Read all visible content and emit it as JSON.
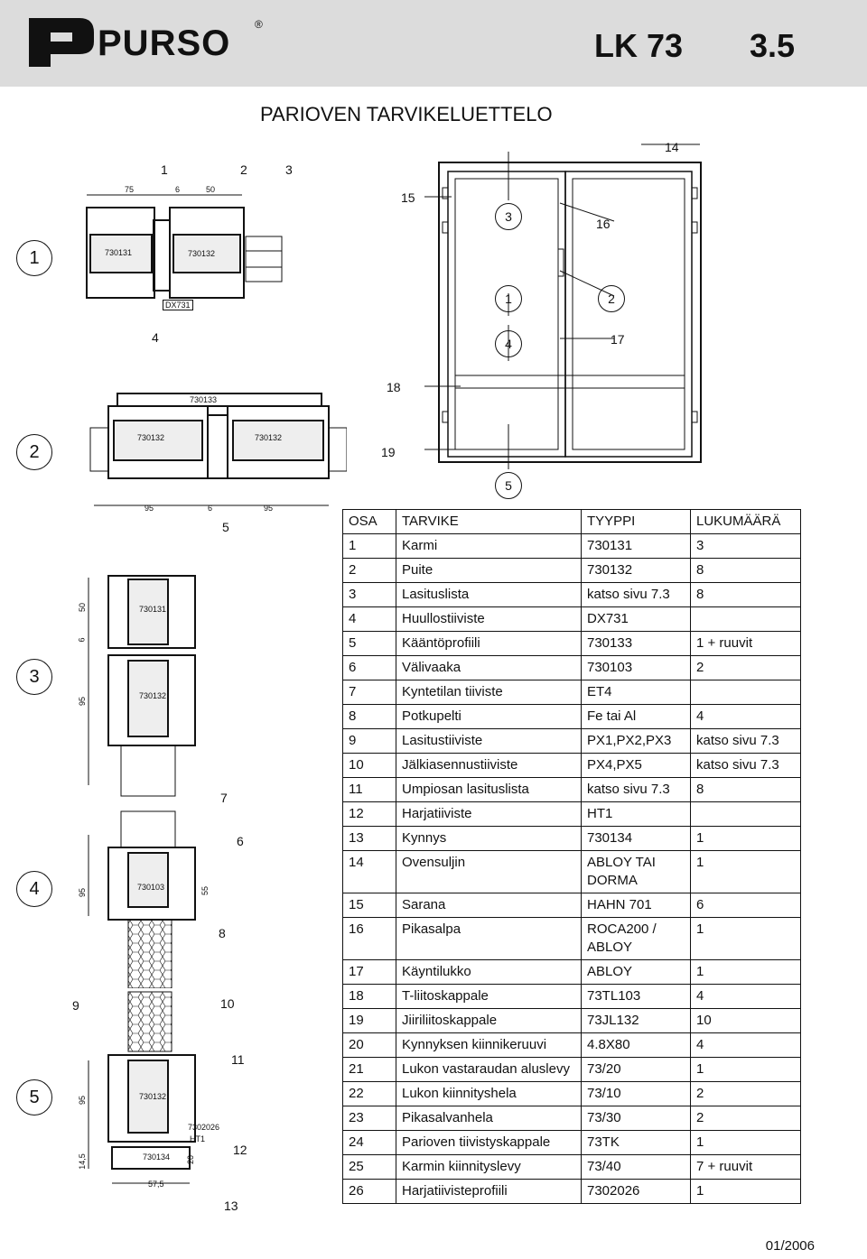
{
  "header": {
    "brand": "PURSO",
    "trademark": "®",
    "doc_code": "LK 73",
    "section": "3.5"
  },
  "title": "PARIOVEN TARVIKELUETTELO",
  "sections": [
    "1",
    "2",
    "3",
    "4",
    "5"
  ],
  "section1": {
    "top_nums": [
      "1",
      "2",
      "3"
    ],
    "dims": [
      "75",
      "6",
      "50"
    ],
    "profiles": [
      "730131",
      "730132"
    ],
    "seal": "DX731",
    "bottom_num": "4"
  },
  "section2": {
    "profile_top": "730133",
    "profiles": [
      "730132",
      "730132"
    ],
    "dims": [
      "95",
      "6",
      "95"
    ],
    "bottom_num": "5"
  },
  "section3": {
    "profiles": [
      "730131",
      "730132"
    ],
    "dims": [
      "50",
      "6",
      "95"
    ]
  },
  "section4": {
    "profile": "730103",
    "dims": [
      "95",
      "55"
    ],
    "nums": [
      "7",
      "6",
      "8"
    ]
  },
  "section5": {
    "profiles": [
      "730132",
      "730134"
    ],
    "labels": [
      "7302026",
      "HT1"
    ],
    "dims": [
      "95",
      "14,5",
      "20",
      "57,5"
    ],
    "nums": [
      "9",
      "10",
      "11",
      "12",
      "13"
    ]
  },
  "door": {
    "callouts": [
      "14",
      "15",
      "3",
      "16",
      "1",
      "2",
      "4",
      "17",
      "18",
      "19",
      "5"
    ]
  },
  "table": {
    "headers": [
      "OSA",
      "TARVIKE",
      "TYYPPI",
      "LUKUMÄÄRÄ"
    ],
    "rows": [
      [
        "1",
        "Karmi",
        "730131",
        "3"
      ],
      [
        "2",
        "Puite",
        "730132",
        "8"
      ],
      [
        "3",
        "Lasituslista",
        "katso sivu 7.3",
        "8"
      ],
      [
        "4",
        "Huullostiiviste",
        "DX731",
        ""
      ],
      [
        "5",
        "Kääntöprofiili",
        "730133",
        "1 + ruuvit"
      ],
      [
        "6",
        "Välivaaka",
        "730103",
        "2"
      ],
      [
        "7",
        "Kyntetilan tiiviste",
        "ET4",
        ""
      ],
      [
        "8",
        "Potkupelti",
        "Fe tai Al",
        "4"
      ],
      [
        "9",
        "Lasitustiiviste",
        "PX1,PX2,PX3",
        "katso sivu 7.3"
      ],
      [
        "10",
        "Jälkiasennustiiviste",
        "PX4,PX5",
        "katso sivu 7.3"
      ],
      [
        "11",
        "Umpiosan lasituslista",
        "katso sivu 7.3",
        "8"
      ],
      [
        "12",
        "Harjatiiviste",
        "HT1",
        ""
      ],
      [
        "13",
        "Kynnys",
        "730134",
        "1"
      ],
      [
        "14",
        "Ovensuljin",
        "ABLOY TAI DORMA",
        "1"
      ],
      [
        "15",
        "Sarana",
        "HAHN 701",
        "6"
      ],
      [
        "16",
        "Pikasalpa",
        "ROCA200 / ABLOY",
        "1"
      ],
      [
        "17",
        "Käyntilukko",
        "ABLOY",
        "1"
      ],
      [
        "18",
        "T-liitoskappale",
        "73TL103",
        "4"
      ],
      [
        "19",
        "Jiiriliitoskappale",
        "73JL132",
        "10"
      ],
      [
        "20",
        "Kynnyksen kiinnikeruuvi",
        "4.8X80",
        "4"
      ],
      [
        "21",
        "Lukon vastaraudan aluslevy",
        "73/20",
        "1"
      ],
      [
        "22",
        "Lukon kiinnityshela",
        "73/10",
        "2"
      ],
      [
        "23",
        "Pikasalvanhela",
        "73/30",
        "2"
      ],
      [
        "24",
        "Parioven tiivistyskappale",
        "73TK",
        "1"
      ],
      [
        "25",
        "Karmin kiinnityslevy",
        "73/40",
        "7 + ruuvit"
      ],
      [
        "26",
        "Harjatiivisteprofiili",
        "7302026",
        "1"
      ]
    ]
  },
  "footer": "01/2006"
}
